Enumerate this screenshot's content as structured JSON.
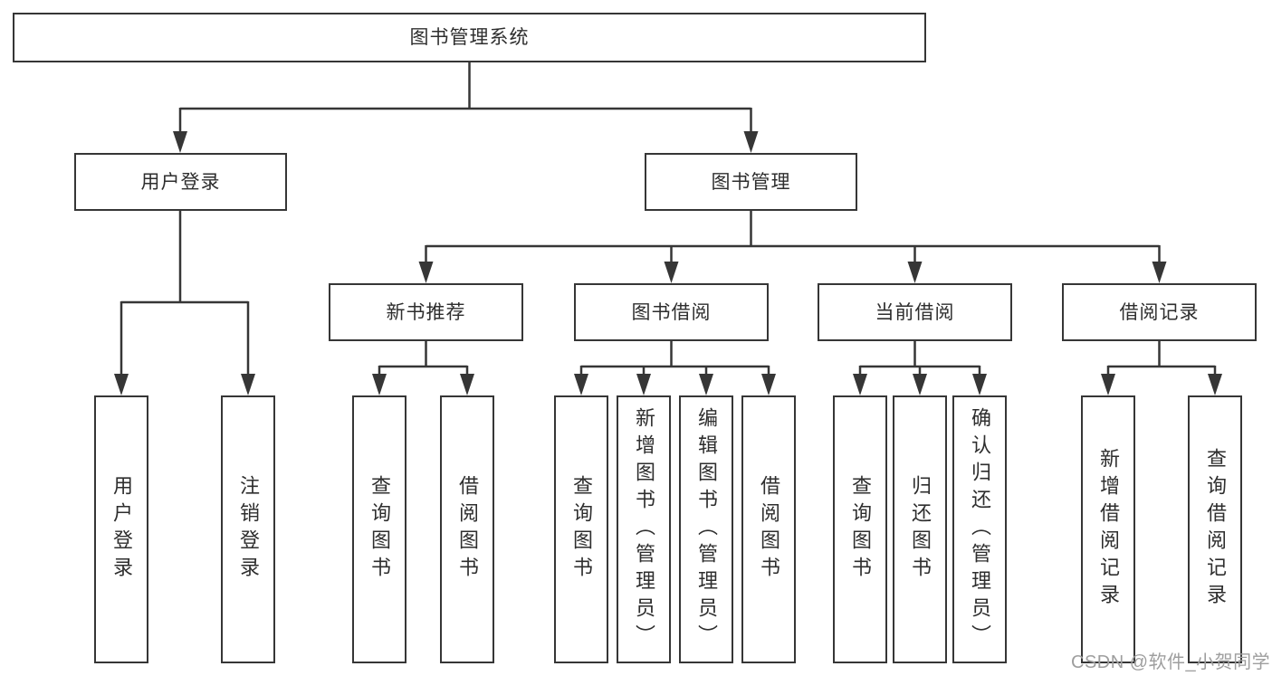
{
  "diagram": {
    "root": {
      "label": "图书管理系统"
    },
    "level2": {
      "user_login": {
        "label": "用户登录"
      },
      "book_management": {
        "label": "图书管理"
      }
    },
    "level3": {
      "new_book_recommend": {
        "label": "新书推荐"
      },
      "book_borrow": {
        "label": "图书借阅"
      },
      "current_borrow": {
        "label": "当前借阅"
      },
      "borrow_records": {
        "label": "借阅记录"
      }
    },
    "leaves": [
      {
        "label": "用户登录"
      },
      {
        "label": "注销登录"
      },
      {
        "label": "查询图书"
      },
      {
        "label": "借阅图书"
      },
      {
        "label": "查询图书"
      },
      {
        "label": "新增图书（管理员）"
      },
      {
        "label": "编辑图书（管理员）"
      },
      {
        "label": "借阅图书"
      },
      {
        "label": "查询图书"
      },
      {
        "label": "归还图书"
      },
      {
        "label": "确认归还（管理员）"
      },
      {
        "label": "新增借阅记录"
      },
      {
        "label": "查询借阅记录"
      }
    ],
    "watermark": "CSDN @软件_小贺同学",
    "colors": {
      "line": "#363636",
      "text": "#2e2e2e",
      "watermark": "#9e9e9e",
      "background": "#ffffff"
    }
  }
}
